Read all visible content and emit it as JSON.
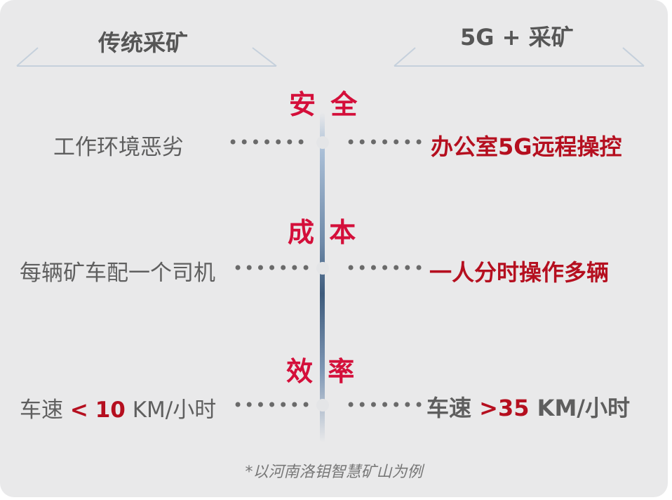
{
  "headers": {
    "left": "传统采矿",
    "right": "5G + 采矿"
  },
  "rows": [
    {
      "category": "安 全",
      "left": "工作环境恶劣",
      "right": "办公室5G远程操控"
    },
    {
      "category": "成 本",
      "left": "每辆矿车配一个司机",
      "right": "一人分时操作多辆"
    },
    {
      "category": "效 率",
      "left_prefix": "车速 ",
      "left_op": "<",
      "left_num": "10",
      "left_unit": "KM/小时",
      "right_prefix": "车速 ",
      "right_op": ">",
      "right_num": "35",
      "right_unit": "KM/小时"
    }
  ],
  "dots": "•••••••",
  "footnote": "*以河南洛钼智慧矿山为例",
  "colors": {
    "accent_category": "#d40f3a",
    "accent_value": "#b50f1f",
    "text_gray": "#5f5f5f",
    "panel_bg": "#e9e9ea"
  }
}
